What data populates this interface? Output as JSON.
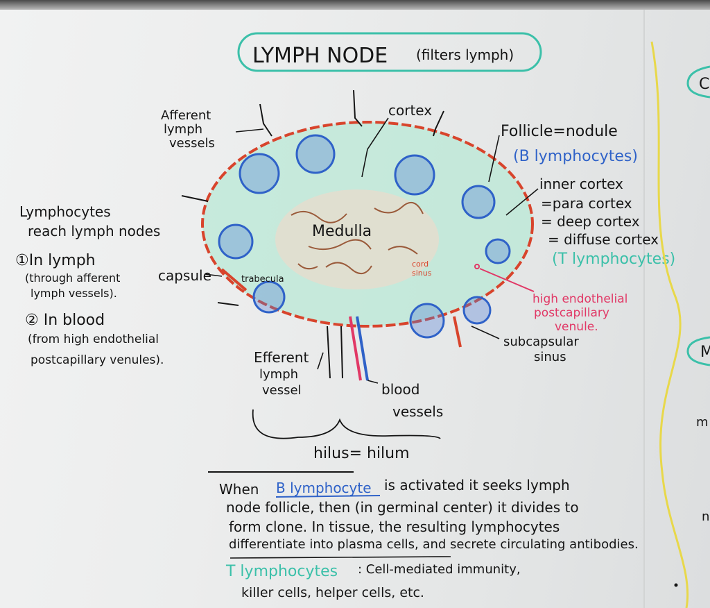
{
  "title": {
    "main": "LYMPH NODE",
    "paren": "(filters lymph)"
  },
  "diagram": {
    "medulla": "Medulla",
    "trabecula": "trabecula",
    "cord": "cord",
    "sinus_small": "sinus",
    "cortex": "cortex",
    "afferent": [
      "Afferent",
      "lymph",
      "vessels"
    ],
    "follicle": "Follicle=nodule",
    "follicle_b": "(B lymphocytes)",
    "inner_cortex": [
      "inner cortex",
      "=para cortex",
      "= deep cortex",
      "= diffuse cortex"
    ],
    "inner_t": "(T lymphocytes)",
    "capsule": "capsule",
    "hev": [
      "high endothelial",
      "postcapillary",
      "venule."
    ],
    "subcapsular": [
      "subcapsular",
      "sinus"
    ],
    "efferent": [
      "Efferent",
      "lymph",
      "vessel"
    ],
    "blood": [
      "blood",
      "vessels"
    ],
    "hilus": "hilus= hilum"
  },
  "left_notes": {
    "intro": [
      "Lymphocytes",
      "reach lymph nodes"
    ],
    "item1": [
      "①In lymph",
      "(through afferent",
      "lymph vessels)."
    ],
    "item2": [
      "② In blood",
      "(from high endothelial",
      "postcapillary venules)."
    ]
  },
  "bottom_notes": {
    "line1_a": "When",
    "line1_b": "B lymphocyte",
    "line1_c": "is activated it seeks lymph",
    "line2": "node follicle, then (in germinal center) it divides to",
    "line3": "form clone. In tissue, the resulting lymphocytes",
    "line4": "differentiate into plasma cells, and secrete circulating antibodies.",
    "t_label": "T lymphocytes",
    "line5": ": Cell-mediated immunity,",
    "line6": "killer cells, helper cells, etc."
  },
  "right_edge": {
    "c": "C",
    "m": "M",
    "m_small": "m",
    "n_small": "n"
  },
  "colors": {
    "ink_black": "#151515",
    "ink_blue": "#2f62c8",
    "ink_teal": "#3bc0a9",
    "ink_pink": "#e13866",
    "ink_red": "#d8442c",
    "ink_brown": "#9a5a3a",
    "ink_yellow": "#e8d84a"
  }
}
